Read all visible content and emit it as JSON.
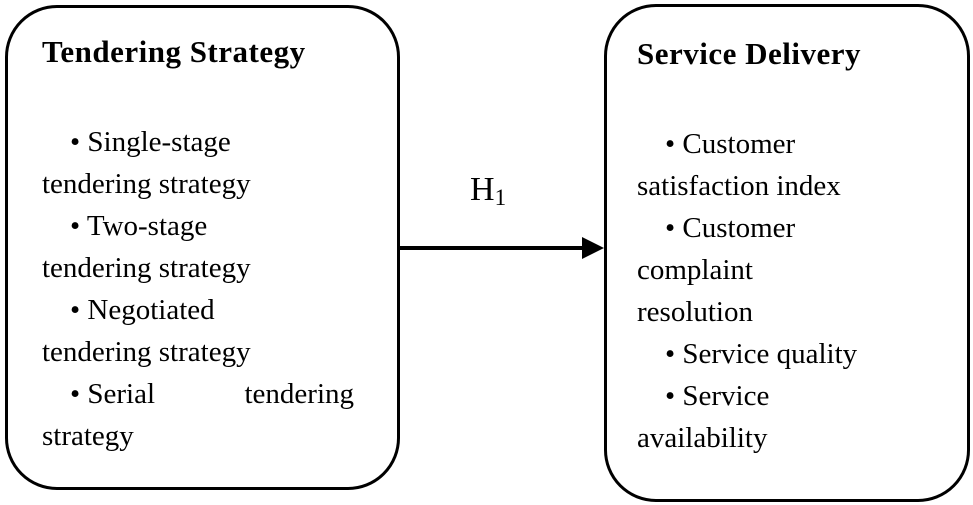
{
  "diagram": {
    "background_color": "#ffffff",
    "line_color": "#000000"
  },
  "left_box": {
    "title": "Tendering Strategy",
    "items_full_text": [
      "Single-stage tendering strategy",
      "Two-stage tendering strategy",
      "Negotiated tendering strategy",
      "Serial tendering strategy"
    ],
    "lines": [
      {
        "text": "• Single-stage"
      },
      {
        "text": "tendering strategy"
      },
      {
        "text": "• Two-stage"
      },
      {
        "text": "tendering strategy"
      },
      {
        "text": "• Negotiated"
      },
      {
        "text": "tendering strategy"
      },
      {
        "left": "• Serial",
        "right": "tendering"
      },
      {
        "text": "strategy"
      }
    ]
  },
  "arrow": {
    "label": "H",
    "label_subscript": "1",
    "direction": "left-to-right"
  },
  "right_box": {
    "title": "Service Delivery",
    "items_full_text": [
      "Customer satisfaction index",
      "Customer complaint resolution",
      "Service quality",
      "Service availability"
    ],
    "lines": [
      {
        "text": "• Customer"
      },
      {
        "text": "satisfaction index"
      },
      {
        "text": "• Customer"
      },
      {
        "text": "complaint"
      },
      {
        "text": "resolution"
      },
      {
        "text": "• Service quality"
      },
      {
        "text": "• Service"
      },
      {
        "text": "availability"
      }
    ]
  }
}
